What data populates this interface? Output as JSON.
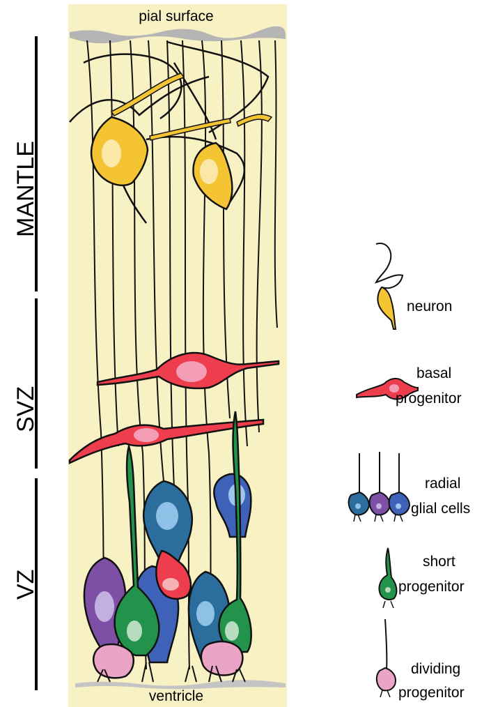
{
  "column": {
    "top_label": "pial surface",
    "bottom_label": "ventricle",
    "background_color": "#f8f1c4"
  },
  "zones": [
    {
      "key": "mantle",
      "label": "MANTLE"
    },
    {
      "key": "svz",
      "label": "SVZ"
    },
    {
      "key": "vz",
      "label": "VZ"
    }
  ],
  "legend": {
    "neuron": {
      "lines": [
        "neuron"
      ],
      "color": "#f5c433"
    },
    "basal_progenitor": {
      "lines": [
        "basal",
        "progenitor"
      ],
      "color": "#ee3d4d"
    },
    "radial_glial_cells": {
      "lines": [
        "radial",
        "glial cells"
      ],
      "colors": [
        "#2b6e9d",
        "#7d4fa5",
        "#3f62b9"
      ]
    },
    "short_progenitor": {
      "lines": [
        "short",
        "progenitor"
      ],
      "color": "#23924a"
    },
    "dividing_progenitor": {
      "lines": [
        "dividing",
        "progenitor"
      ],
      "color": "#e9a4c6"
    }
  }
}
